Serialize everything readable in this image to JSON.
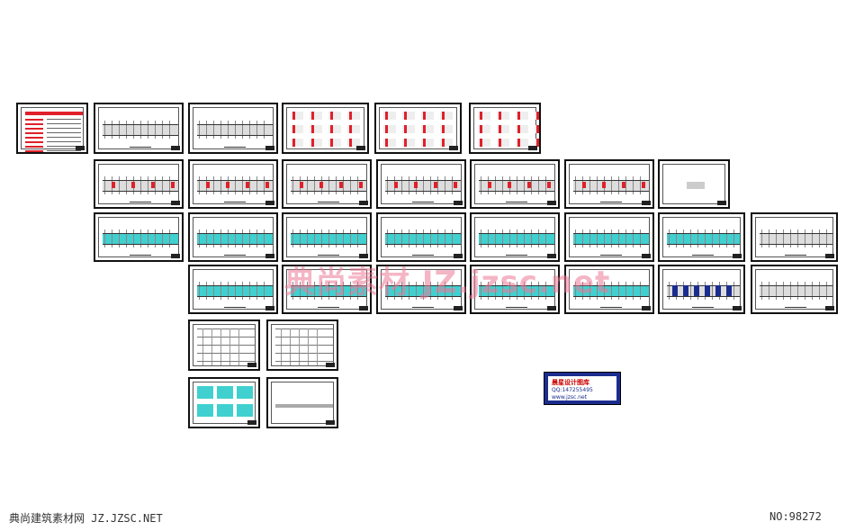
{
  "watermark": "典尚素材 JZ.jzsc.net",
  "stamp": {
    "line1": "晨星设计图库",
    "line2": "QQ:147255495",
    "line3": "www.jzsc.net"
  },
  "footer": {
    "site": "典尚建筑素材网 JZ.JZSC.NET",
    "number": "NO:98272"
  },
  "colors": {
    "sheet_border": "#111111",
    "accent_red": "#e0202a",
    "accent_cyan": "#40d0d0",
    "accent_blue": "#1a2d8f"
  }
}
